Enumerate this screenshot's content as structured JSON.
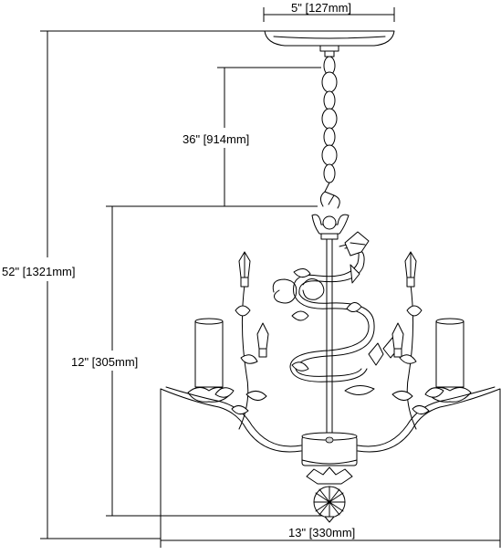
{
  "dimensions": {
    "canopy_width": "5\" [127mm]",
    "chain_length": "36\" [914mm]",
    "overall_height": "52\" [1321mm]",
    "fixture_height": "12\" [305mm]",
    "fixture_width": "13\" [330mm]"
  },
  "colors": {
    "line": "#000000",
    "background": "#ffffff"
  }
}
